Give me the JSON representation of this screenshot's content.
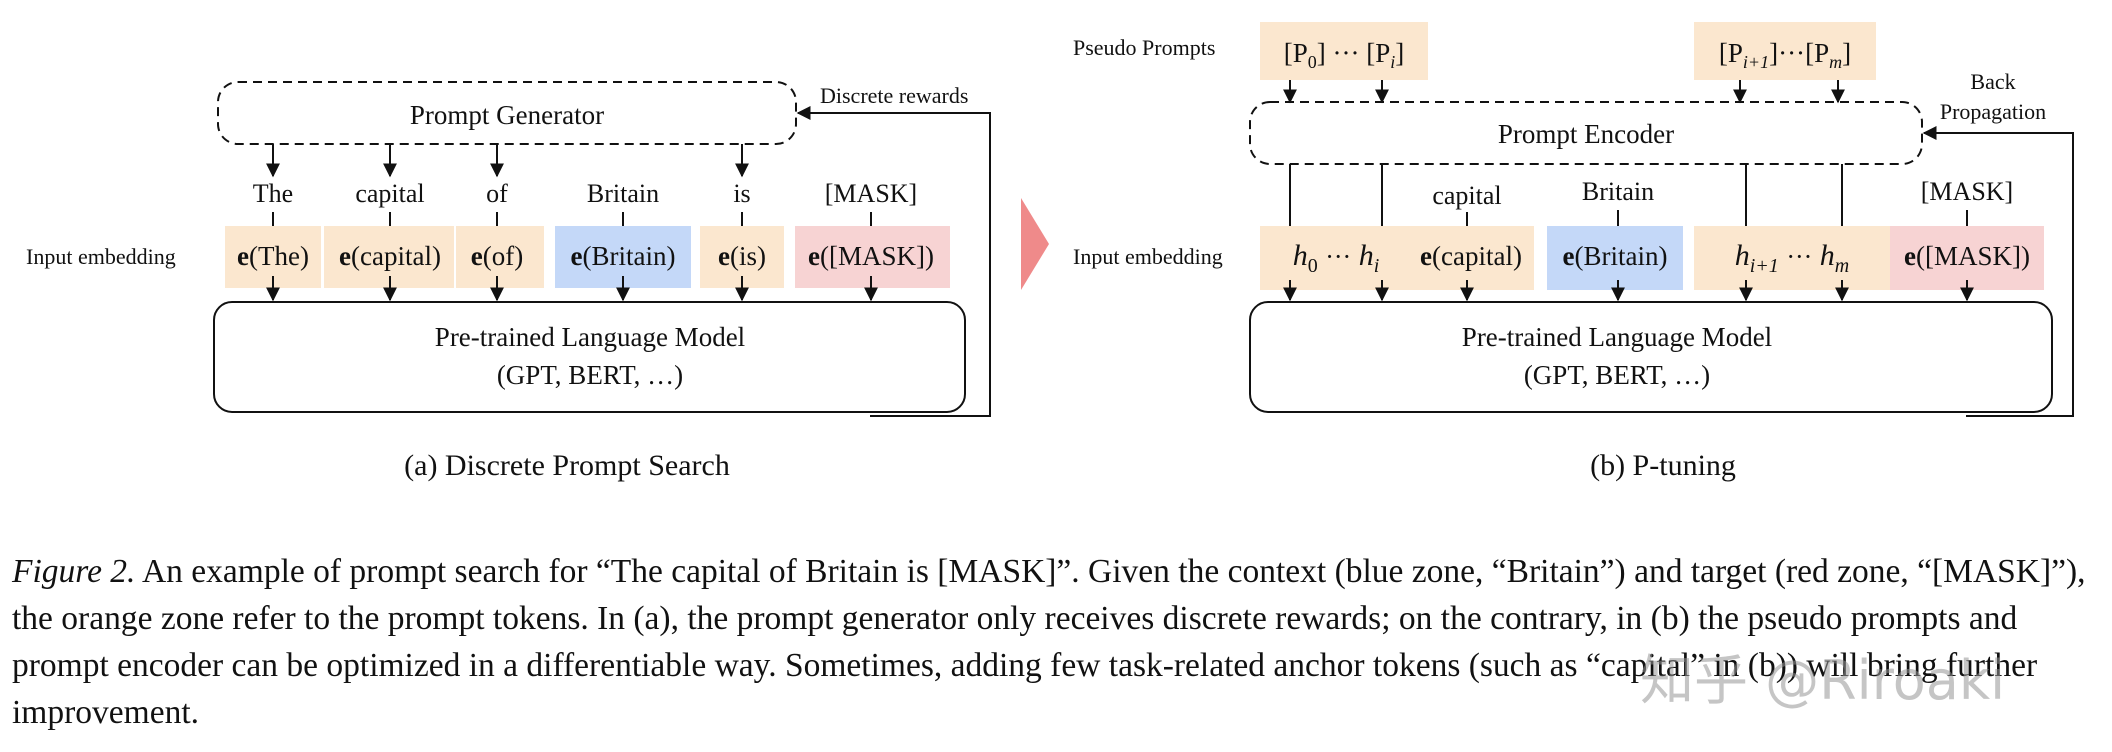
{
  "colors": {
    "prompt_token": "#fbe7cf",
    "context_token": "#c4d8f8",
    "target_token": "#f7d3d3",
    "arrow_between": "#ef8a8a"
  },
  "panel_a": {
    "generator_label": "Prompt Generator",
    "reward_label": "Discrete rewards",
    "input_embedding_label": "Input embedding",
    "tokens": [
      "The",
      "capital",
      "of",
      "Britain",
      "is",
      "[MASK]"
    ],
    "embeddings": [
      {
        "fn": "e",
        "arg": "(The)",
        "zone": "prompt"
      },
      {
        "fn": "e",
        "arg": "(capital)",
        "zone": "prompt"
      },
      {
        "fn": "e",
        "arg": "(of)",
        "zone": "prompt"
      },
      {
        "fn": "e",
        "arg": "(Britain)",
        "zone": "context"
      },
      {
        "fn": "e",
        "arg": "(is)",
        "zone": "prompt"
      },
      {
        "fn": "e",
        "arg": "([MASK])",
        "zone": "target"
      }
    ],
    "model_line1": "Pre-trained Language Model",
    "model_line2": "(GPT, BERT, …)",
    "subcaption": "(a) Discrete Prompt Search"
  },
  "panel_b": {
    "pseudo_prompts_label": "Pseudo Prompts",
    "pseudo_box1": {
      "first": "P",
      "first_sub": "0",
      "dots": "···",
      "last": "P",
      "last_sub": "i"
    },
    "pseudo_box2": {
      "first": "P",
      "first_sub": "i+1",
      "dots": "···",
      "last": "P",
      "last_sub": "m"
    },
    "encoder_label": "Prompt Encoder",
    "backprop_line1": "Back",
    "backprop_line2": "Propagation",
    "input_embedding_label": "Input embedding",
    "tokens": {
      "capital": "capital",
      "britain": "Britain",
      "mask": "[MASK]"
    },
    "h_prefix": {
      "h0_base": "h",
      "h0_sub": "0",
      "dots": "···",
      "hi_base": "h",
      "hi_sub": "i"
    },
    "h_suffix": {
      "h_base": "h",
      "h_sub": "i+1",
      "dots": "···",
      "hm_base": "h",
      "hm_sub": "m"
    },
    "embeddings": [
      {
        "fn": "e",
        "arg": "(capital)",
        "zone": "prompt"
      },
      {
        "fn": "e",
        "arg": "(Britain)",
        "zone": "context"
      },
      {
        "fn": "e",
        "arg": "([MASK])",
        "zone": "target"
      }
    ],
    "model_line1": "Pre-trained Language Model",
    "model_line2": "(GPT, BERT, …)",
    "subcaption": "(b) P-tuning"
  },
  "caption": {
    "figure_label": "Figure 2.",
    "text": " An example of prompt search for “The capital of Britain is [MASK]”. Given the context (blue zone, “Britain”) and target (red zone, “[MASK]”), the orange zone refer to the prompt tokens. In (a), the prompt generator only receives discrete rewards; on the contrary, in (b) the pseudo prompts and prompt encoder can be optimized in a differentiable way. Sometimes, adding few task-related anchor tokens (such as “capital” in (b)) will bring further improvement."
  },
  "watermark": "知乎 @Riroaki"
}
